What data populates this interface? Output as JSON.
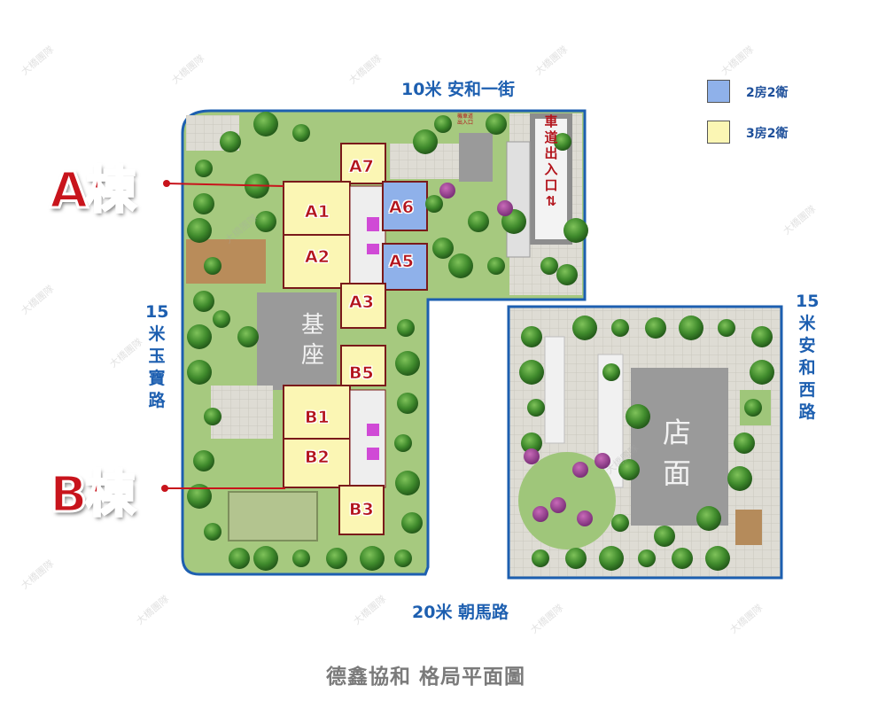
{
  "roads": {
    "north": "10米 安和一街",
    "south": "20米 朝馬路",
    "west": [
      "15",
      "米",
      "玉",
      "寶",
      "路"
    ],
    "east": [
      "15",
      "米",
      "安",
      "和",
      "西",
      "路"
    ]
  },
  "buildings": {
    "a_label": "A棟",
    "b_label": "B棟"
  },
  "units": {
    "a7": "A7",
    "a1": "A1",
    "a6": "A6",
    "a2": "A2",
    "a5": "A5",
    "a3": "A3",
    "b5": "B5",
    "b1": "B1",
    "b2": "B2",
    "b3": "B3"
  },
  "areas": {
    "podium": [
      "基",
      "座"
    ],
    "shop": [
      "店",
      "面"
    ]
  },
  "gate": {
    "car_entrance": [
      "車",
      "道",
      "出",
      "入",
      "口"
    ],
    "car_arrow": "⇅",
    "moto_entrance": "機車道出入口"
  },
  "legend": [
    {
      "label": "2房2衛",
      "color": "#8fb1ea"
    },
    {
      "label": "3房2衛",
      "color": "#fbf6b4"
    }
  ],
  "caption": "德鑫協和 格局平面圖",
  "watermark": "大橋團隊",
  "colors": {
    "boundary": "#1d5fb0",
    "accent_red": "#c8141c",
    "grass": "#9fc67a",
    "paving": "#d9d8d2",
    "road_label": "#1d5fb0"
  }
}
